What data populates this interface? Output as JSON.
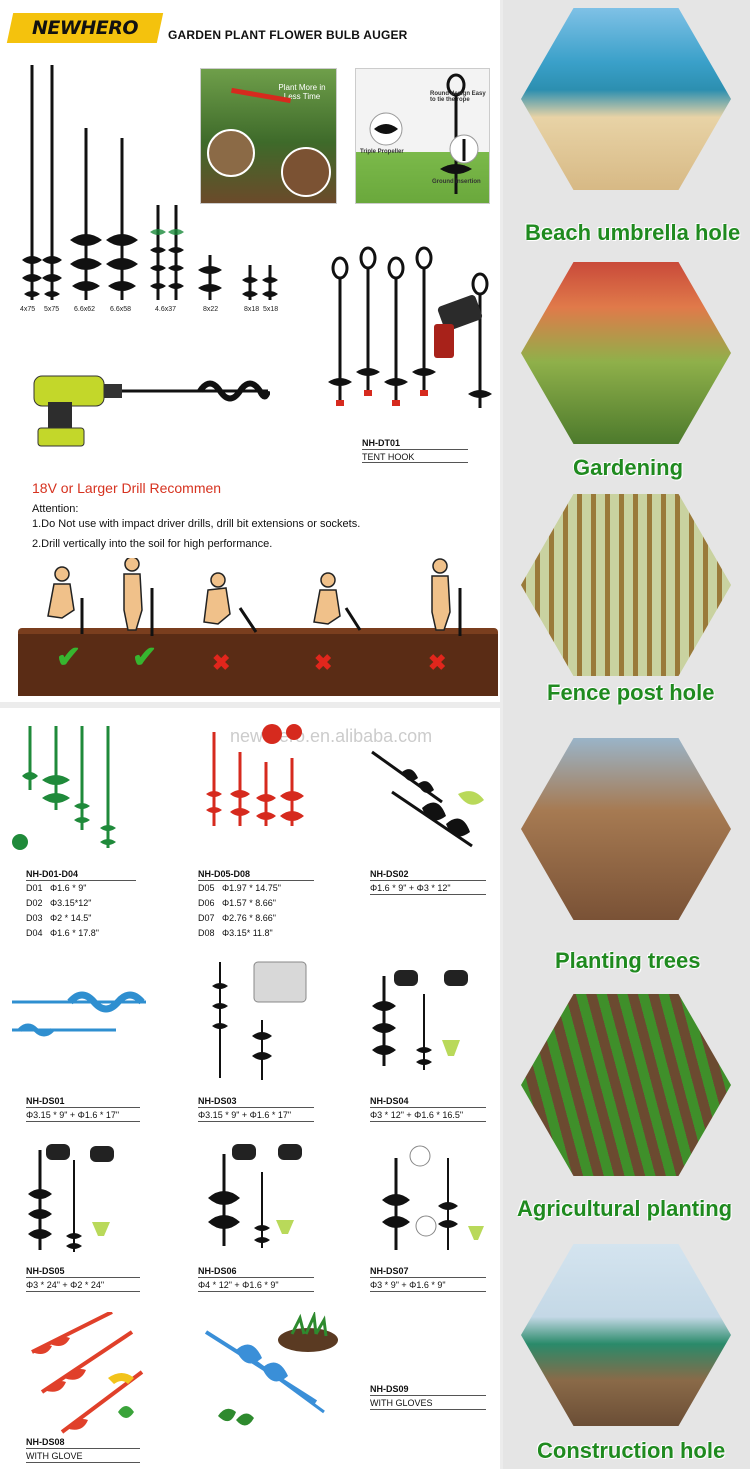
{
  "header": {
    "brand_name": "NEWHERO",
    "doc_title": "GARDEN PLANT FLOWER BULB AUGER"
  },
  "photo_captions": {
    "plant_more": "Plant More in Less Time",
    "round_design": "Round design Easy to tie the rope",
    "triple_propeller": "Triple Propeller",
    "ground_insertion": "Ground insertion"
  },
  "bit_sizes": [
    "4x75",
    "5x75",
    "6.6x62",
    "6.6x58",
    "4.6x37",
    "8x22",
    "8x18",
    "5x18"
  ],
  "tent_hook": {
    "model": "NH-DT01",
    "name": "TENT HOOK"
  },
  "drill": {
    "title": "18V or Larger Drill Recommen",
    "attention": "Attention:",
    "rule1": "1.Do Not use with impact driver drills, drill bit extensions or sockets.",
    "rule2": "2.Drill vertically into the soil for high performance."
  },
  "uses": [
    {
      "label": "Beach umbrella hole"
    },
    {
      "label": "Gardening"
    },
    {
      "label": "Fence post hole"
    },
    {
      "label": "Planting trees"
    },
    {
      "label": "Agricultural planting"
    },
    {
      "label": "Construction hole"
    }
  ],
  "watermark": "new-hero.en.alibaba.com",
  "models": {
    "d01_d04": {
      "name": "NH-D01-D04",
      "specs": [
        {
          "code": "D01",
          "size": "Φ1.6 * 9\""
        },
        {
          "code": "D02",
          "size": "Φ3.15*12\""
        },
        {
          "code": "D03",
          "size": "Φ2 * 14.5\""
        },
        {
          "code": "D04",
          "size": "Φ1.6 * 17.8\""
        }
      ]
    },
    "d05_d08": {
      "name": "NH-D05-D08",
      "specs": [
        {
          "code": "D05",
          "size": "Φ1.97 * 14.75\""
        },
        {
          "code": "D06",
          "size": "Φ1.57 * 8.66\""
        },
        {
          "code": "D07",
          "size": "Φ2.76 * 8.66\""
        },
        {
          "code": "D08",
          "size": "Φ3.15* 11.8\""
        }
      ]
    },
    "ds02": {
      "name": "NH-DS02",
      "spec": "Φ1.6 * 9\" + Φ3 * 12\""
    },
    "ds01": {
      "name": "NH-DS01",
      "spec": "Φ3.15 * 9\"  + Φ1.6 * 17\""
    },
    "ds03": {
      "name": "NH-DS03",
      "spec": "Φ3.15 * 9\"  + Φ1.6 * 17\""
    },
    "ds04": {
      "name": "NH-DS04",
      "spec": "Φ3 * 12\" + Φ1.6 * 16.5\""
    },
    "ds05": {
      "name": "NH-DS05",
      "spec": "Φ3 * 24\" + Φ2 * 24\""
    },
    "ds06": {
      "name": "NH-DS06",
      "spec": "Φ4 * 12\" + Φ1.6 * 9\""
    },
    "ds07": {
      "name": "NH-DS07",
      "spec": "Φ3 * 9\" + Φ1.6 * 9\""
    },
    "ds08": {
      "name": "NH-DS08",
      "spec": "WITH GLOVE"
    },
    "ds09": {
      "name": "NH-DS09",
      "spec": "WITH GLOVES"
    }
  },
  "colors": {
    "brand_yellow": "#f4c20d",
    "use_green": "#1f8a1f",
    "warning_red": "#d6321f",
    "ok_green": "#37b52f"
  }
}
